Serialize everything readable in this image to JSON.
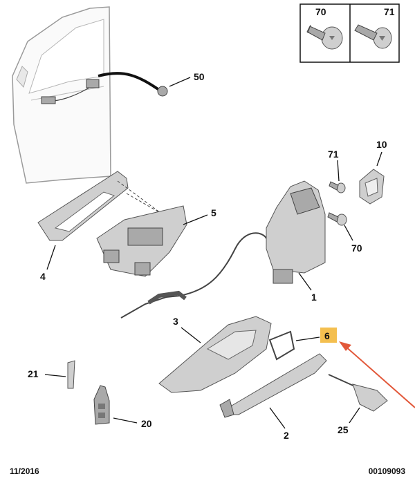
{
  "labels": {
    "p1": "1",
    "p2": "2",
    "p3": "3",
    "p4": "4",
    "p5": "5",
    "p6": "6",
    "p10": "10",
    "p20": "20",
    "p21": "21",
    "p25": "25",
    "p50": "50",
    "p70a": "70",
    "p70b": "70",
    "p71a": "71",
    "p71b": "71"
  },
  "footer": {
    "date": "11/2016",
    "ref": "00109093"
  },
  "colors": {
    "highlight": "#f4bf4f",
    "arrow": "#e2583a",
    "part_fill": "#cfcfcf",
    "part_stroke": "#555555"
  }
}
